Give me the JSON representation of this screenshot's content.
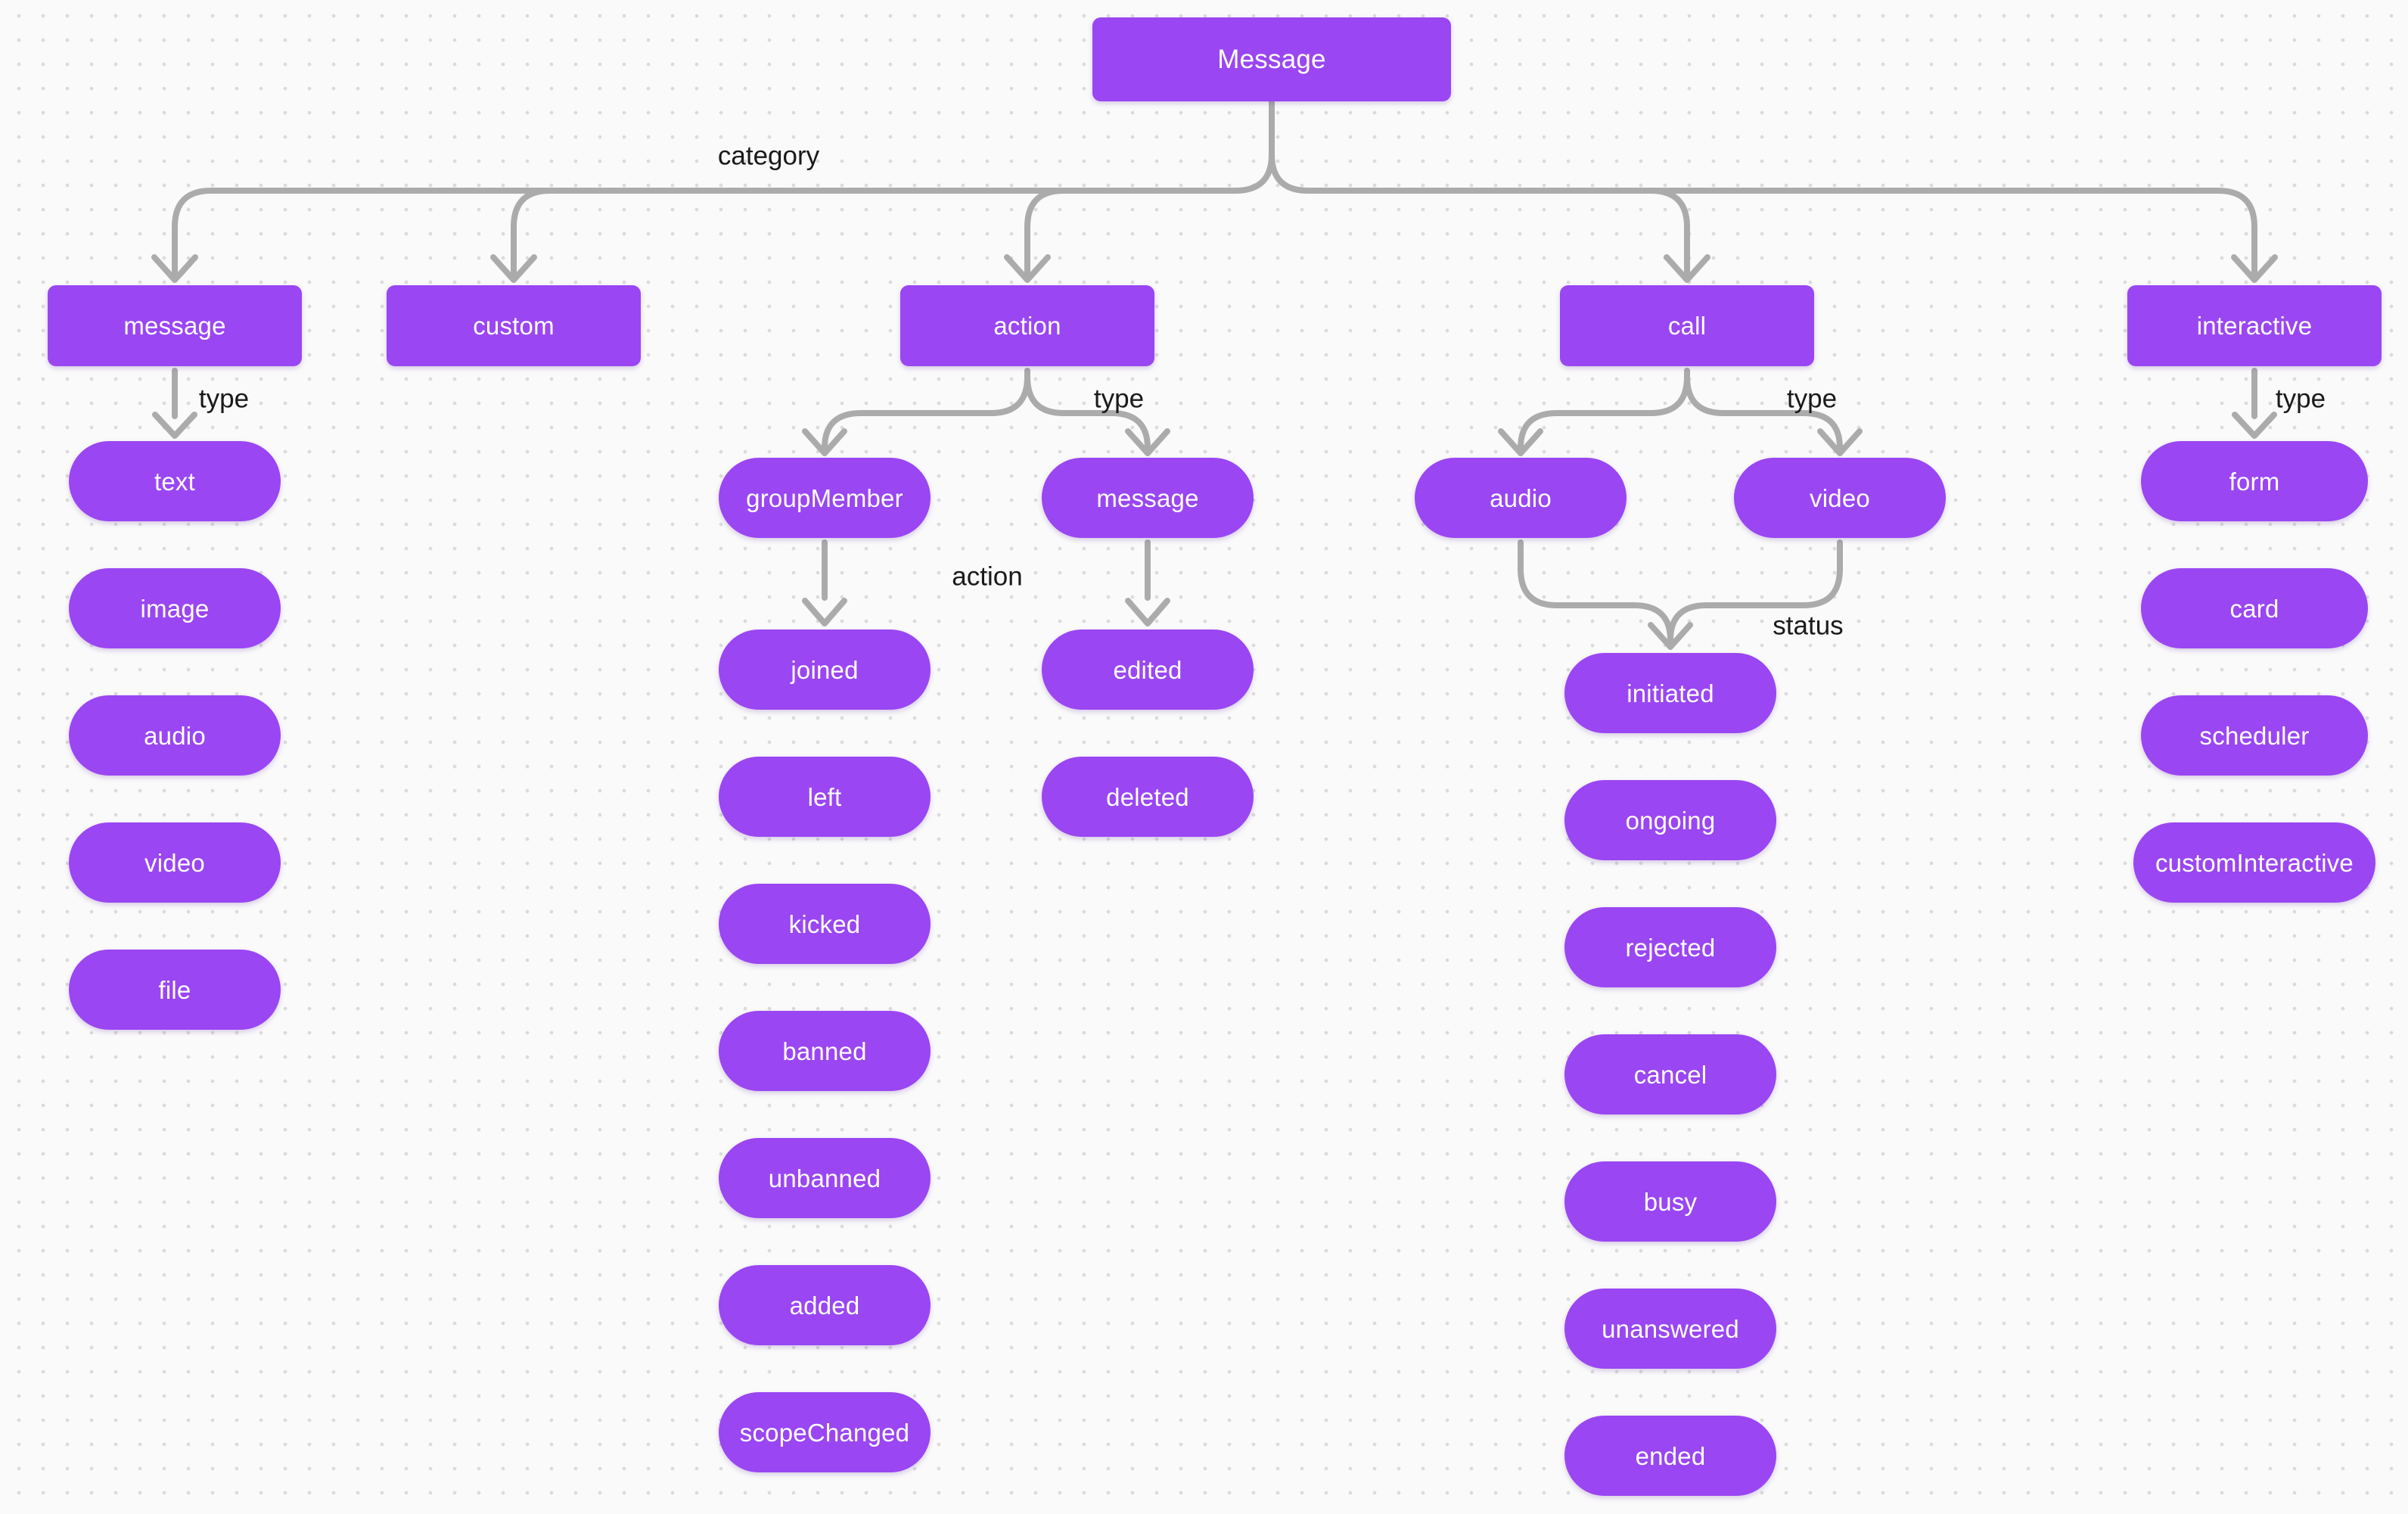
{
  "canvas": {
    "background_color": "#FAFAFA",
    "dot_color": "#DBDBDB",
    "node_fill_color": "#9A46F2",
    "node_text_color": "#FFFFFF",
    "connector_color": "#ABABAB",
    "edge_label_color": "#1A1A1A"
  },
  "root": {
    "label": "Message"
  },
  "edge_labels": {
    "category": "category",
    "type": "type",
    "action": "action",
    "status": "status"
  },
  "categories": {
    "message": {
      "label": "message",
      "types": [
        "text",
        "image",
        "audio",
        "video",
        "file"
      ]
    },
    "custom": {
      "label": "custom"
    },
    "action": {
      "label": "action",
      "types": [
        "groupMember",
        "message"
      ],
      "groupMember_actions": [
        "joined",
        "left",
        "kicked",
        "banned",
        "unbanned",
        "added",
        "scopeChanged"
      ],
      "message_actions": [
        "edited",
        "deleted"
      ]
    },
    "call": {
      "label": "call",
      "types": [
        "audio",
        "video"
      ],
      "statuses": [
        "initiated",
        "ongoing",
        "rejected",
        "cancel",
        "busy",
        "unanswered",
        "ended"
      ]
    },
    "interactive": {
      "label": "interactive",
      "types": [
        "form",
        "card",
        "scheduler",
        "customInteractive"
      ]
    }
  }
}
